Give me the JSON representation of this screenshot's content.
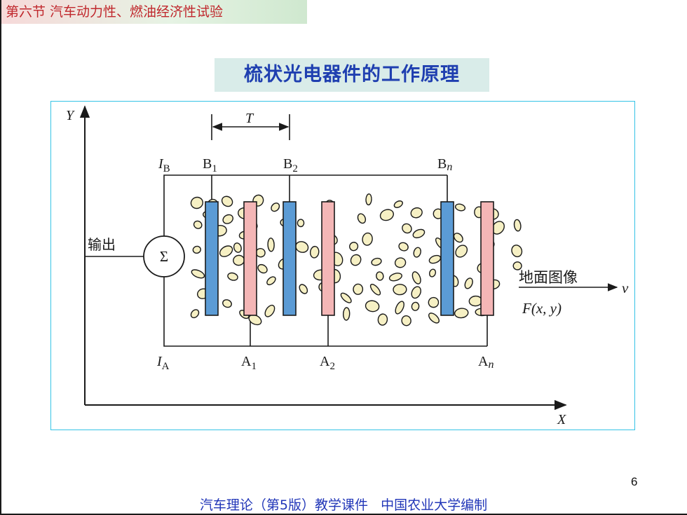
{
  "header": {
    "section": "第六节   汽车动力性、燃油经济性试验"
  },
  "title": "梳状光电器件的工作原理",
  "diagram": {
    "axis_y": "Y",
    "axis_x": "X",
    "period_label": "T",
    "bus_b_label": "I",
    "bus_b_sub": "B",
    "bus_a_label": "I",
    "bus_a_sub": "A",
    "b1_main": "B",
    "b1_sub": "1",
    "b2_main": "B",
    "b2_sub": "2",
    "bn_main": "B",
    "bn_sub": "n",
    "a1_main": "A",
    "a1_sub": "1",
    "a2_main": "A",
    "a2_sub": "2",
    "an_main": "A",
    "an_sub": "n",
    "sum_symbol": "Σ",
    "output_label": "输出",
    "ground_label": "地面图像",
    "function_label": "F(x, y)",
    "velocity_label": "v",
    "colors": {
      "b_strip": "#5b9bd5",
      "a_strip": "#f4b6b6",
      "particle": "#f6f0c4",
      "frame": "#35c3e6"
    }
  },
  "page_number": "6",
  "footer": "汽车理论（第5版）教学课件   中国农业大学编制"
}
